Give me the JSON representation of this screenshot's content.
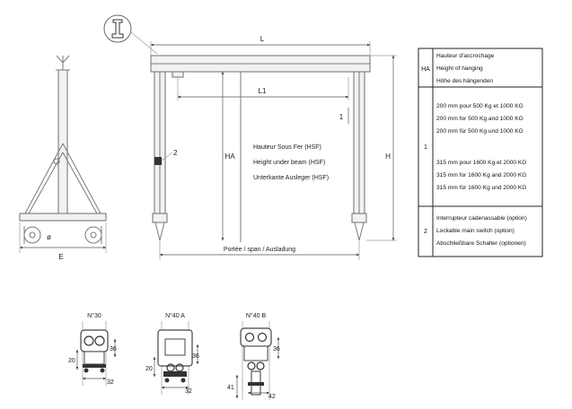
{
  "labels": {
    "L": "L",
    "L1": "L1",
    "one": "1",
    "two": "2",
    "HA": "HA",
    "H": "H",
    "E": "E",
    "phi": "ø",
    "span": "Portée / span / Ausladung",
    "hsf_fr": "Hauteur Sous Fer (HSF)",
    "hsf_en": "Height under beam (HSF)",
    "hsf_de": "Unterkante Ausleger (HSF)"
  },
  "table": {
    "rows": [
      {
        "key": "HA",
        "lines": [
          "Hauteur d'accrochage",
          "Height of hanging",
          "Höhe des hängenden"
        ]
      },
      {
        "key": "1",
        "lines": [
          "200 mm pour 500 Kg et 1000 KG",
          "200 mm for 500 Kg and 1000 KG",
          "200 mm für 500 Kg und 1000 KG",
          "",
          "315 mm pour 1600 Kg et 2000 KG",
          "315 mm for 1600 Kg and 2000 KG",
          "315 mm für 1600 Kg und 2000 KG"
        ]
      },
      {
        "key": "2",
        "lines": [
          "Interrupteur cadenassable (option)",
          "Lockable main switch (option)",
          "Abschließbare Schalter (optionen)"
        ]
      }
    ]
  },
  "details": [
    {
      "title": "N°30",
      "dims": [
        "36",
        "20",
        "32"
      ]
    },
    {
      "title": "N°40 A",
      "dims": [
        "36",
        "20",
        "32"
      ]
    },
    {
      "title": "N°40 B",
      "dims": [
        "36",
        "41",
        "42"
      ]
    }
  ]
}
